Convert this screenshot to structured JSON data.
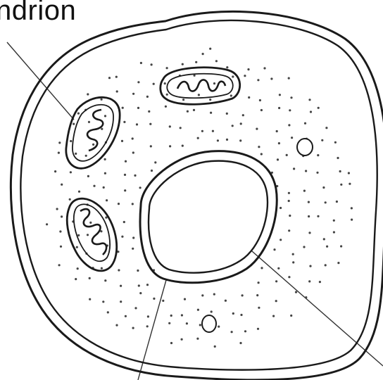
{
  "diagram": {
    "labels": {
      "top_left": "ndrion"
    },
    "colors": {
      "ink": "#1a1a1a",
      "background": "#ffffff"
    },
    "structures": [
      "cell-membrane",
      "cytoplasm-granules",
      "mitochondrion",
      "nucleus",
      "vacuole"
    ]
  }
}
